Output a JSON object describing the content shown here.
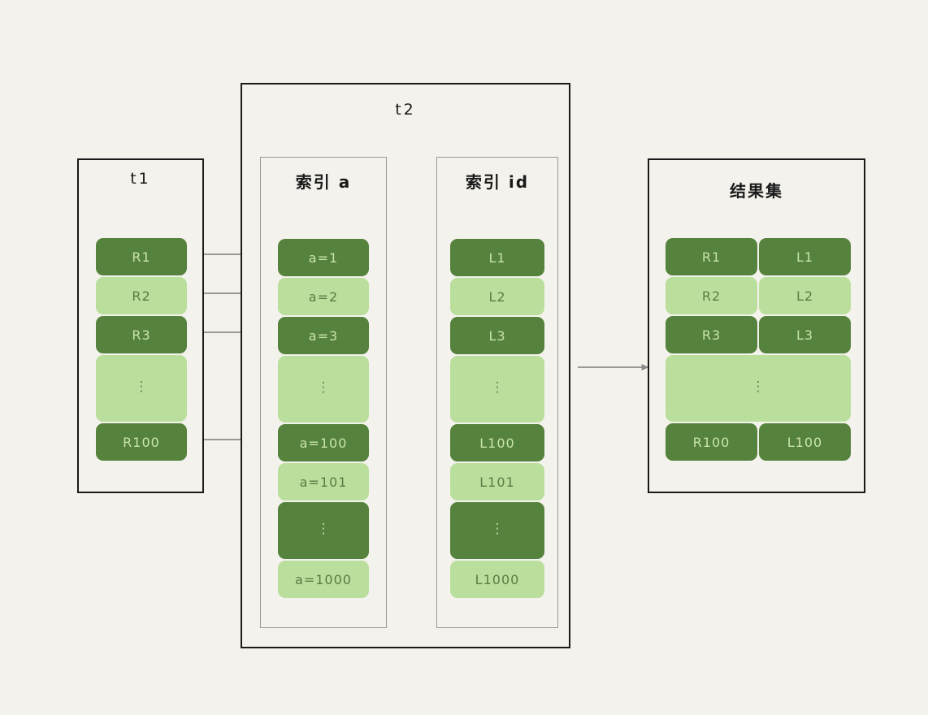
{
  "diagram": {
    "background_color": "#f4f2ec",
    "colors": {
      "dark_green": "#55823c",
      "light_green": "#badf9c",
      "panel_border": "#1a1a1a",
      "subpanel_border": "#9a9a9a",
      "arrow": "#8c8c8c"
    }
  },
  "t1": {
    "title": "t1",
    "rows": [
      {
        "label": "R1",
        "shade": "dark"
      },
      {
        "label": "R2",
        "shade": "light"
      },
      {
        "label": "R3",
        "shade": "dark"
      },
      {
        "label": "⋮",
        "shade": "light"
      },
      {
        "label": "R100",
        "shade": "dark"
      }
    ]
  },
  "t2": {
    "title": "t2",
    "index_a": {
      "title": "索引 a",
      "rows": [
        {
          "label": "a=1",
          "shade": "dark"
        },
        {
          "label": "a=2",
          "shade": "light"
        },
        {
          "label": "a=3",
          "shade": "dark"
        },
        {
          "label": "⋮",
          "shade": "light"
        },
        {
          "label": "a=100",
          "shade": "dark"
        },
        {
          "label": "a=101",
          "shade": "light"
        },
        {
          "label": "⋮",
          "shade": "dark"
        },
        {
          "label": "a=1000",
          "shade": "light"
        }
      ]
    },
    "index_id": {
      "title": "索引 id",
      "rows": [
        {
          "label": "L1",
          "shade": "dark"
        },
        {
          "label": "L2",
          "shade": "light"
        },
        {
          "label": "L3",
          "shade": "dark"
        },
        {
          "label": "⋮",
          "shade": "light"
        },
        {
          "label": "L100",
          "shade": "dark"
        },
        {
          "label": "L101",
          "shade": "light"
        },
        {
          "label": "⋮",
          "shade": "dark"
        },
        {
          "label": "L1000",
          "shade": "light"
        }
      ]
    }
  },
  "result_set": {
    "title": "结果集",
    "rows": [
      {
        "left": "R1",
        "right": "L1",
        "shade": "dark"
      },
      {
        "left": "R2",
        "right": "L2",
        "shade": "light"
      },
      {
        "left": "R3",
        "right": "L3",
        "shade": "dark"
      },
      {
        "left": "⋮",
        "right": "",
        "shade": "light",
        "merged": true
      },
      {
        "left": "R100",
        "right": "L100",
        "shade": "dark"
      }
    ]
  },
  "connections": [
    {
      "from": "R1",
      "to": "a=1"
    },
    {
      "from": "R2",
      "to": "a=2"
    },
    {
      "from": "R3",
      "to": "a=3"
    },
    {
      "from": "R100",
      "to": "a=100"
    },
    {
      "from": "a=1",
      "to": "L1"
    },
    {
      "from": "a=2",
      "to": "L2"
    },
    {
      "from": "a=3",
      "to": "L3"
    },
    {
      "from": "a=100",
      "to": "L100"
    },
    {
      "from": "a=101",
      "to": "L101"
    },
    {
      "from": "a=1000",
      "to": "L1000"
    },
    {
      "from": "t2",
      "to": "结果集"
    }
  ]
}
